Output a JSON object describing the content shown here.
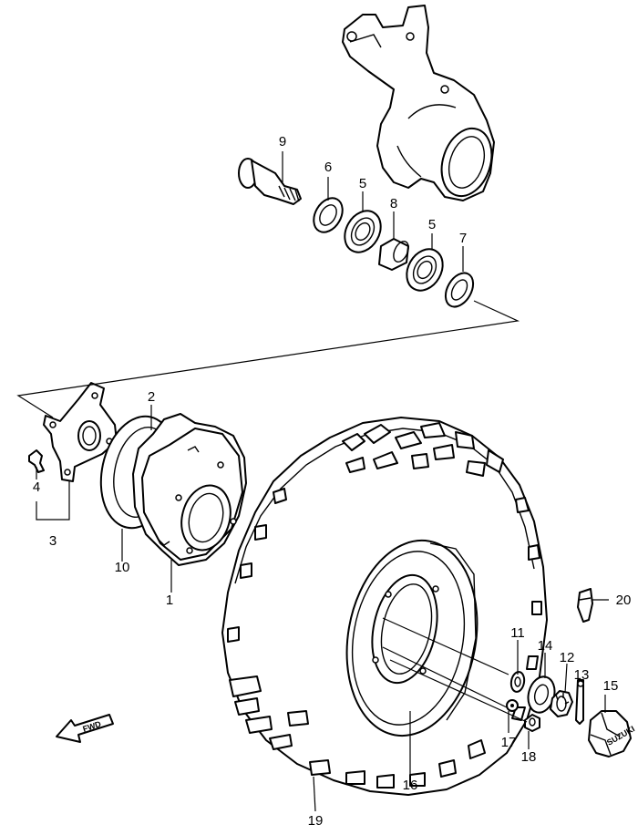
{
  "labels": {
    "p1": "1",
    "p2": "2",
    "p3": "3",
    "p4": "4",
    "p5a": "5",
    "p5b": "5",
    "p6": "6",
    "p7": "7",
    "p8": "8",
    "p9": "9",
    "p10": "10",
    "p11": "11",
    "p12": "12",
    "p13": "13",
    "p14": "14",
    "p15": "15",
    "p16": "16",
    "p17": "17",
    "p18": "18",
    "p19": "19",
    "p20": "20"
  },
  "fwd_arrow": {
    "text": "FWD"
  },
  "cap_text": "SUZUKI"
}
